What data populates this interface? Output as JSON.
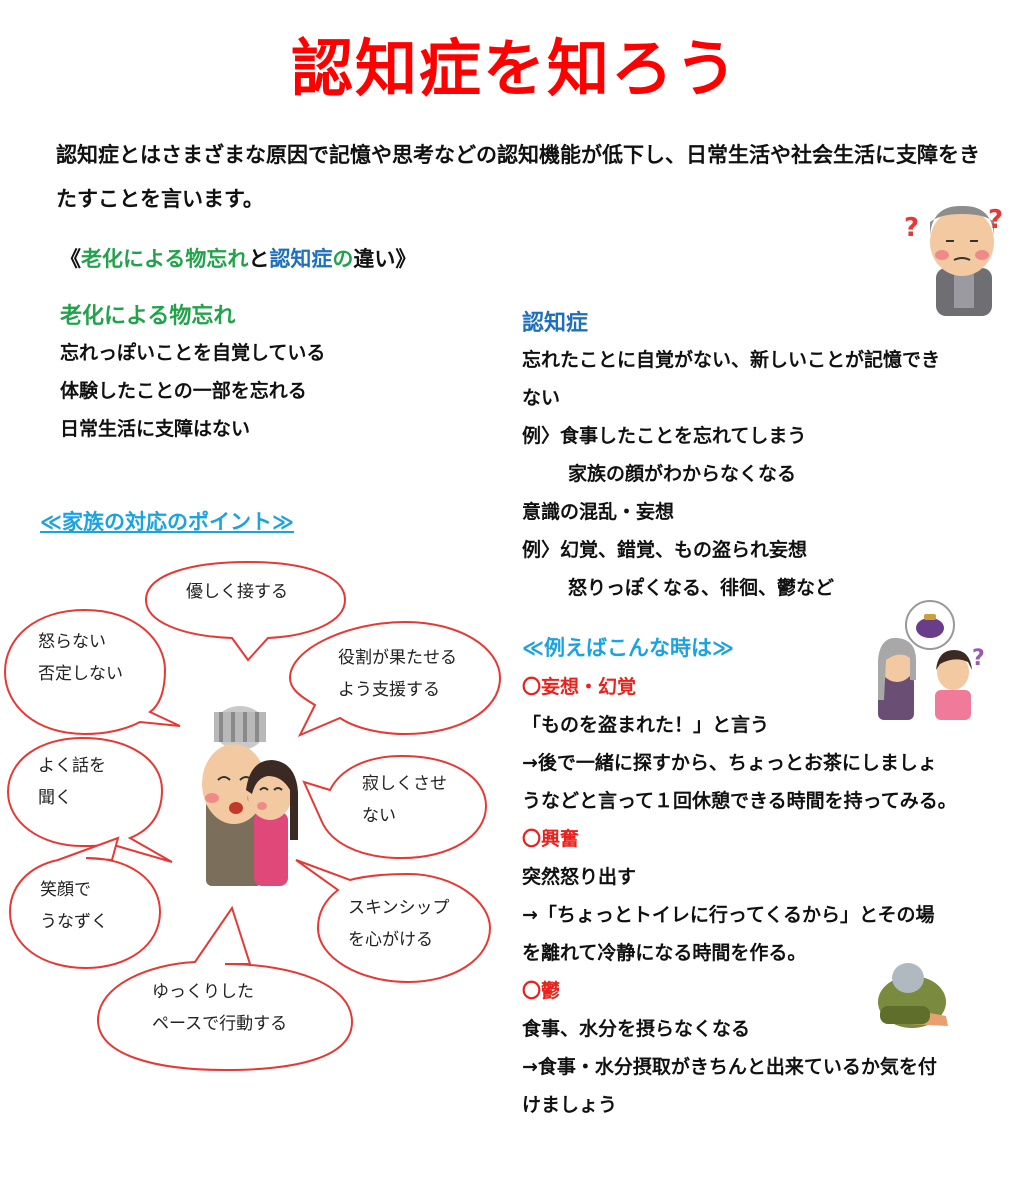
{
  "title": "認知症を知ろう",
  "intro": "認知症とはさまざまな原因で記憶や思考などの認知機能が低下し、日常生活や社会生活に支障をきたすことを言います。",
  "difference_heading": {
    "open": "《",
    "part1": "老化による物忘れ",
    "mid": "と",
    "part2": "認知症",
    "part3": "の違い",
    "close": "》"
  },
  "aging": {
    "title": "老化による物忘れ",
    "lines": [
      "忘れっぽいことを自覚している",
      "体験したことの一部を忘れる",
      "日常生活に支障はない"
    ]
  },
  "dementia": {
    "title": "認知症",
    "line1": "忘れたことに自覚がない、新しいことが記憶でき",
    "line2": "ない",
    "line3": "例〉食事したことを忘れてしまう",
    "line4": "家族の顔がわからなくなる",
    "line5": "意識の混乱・妄想",
    "line6": "例〉幻覚、錯覚、もの盗られ妄想",
    "line7": "怒りっぽくなる、徘徊、鬱など"
  },
  "family": {
    "title": "≪家族の対応のポイント≫",
    "bubbles": {
      "kind": [
        "優しく接する"
      ],
      "anger": [
        "怒らない",
        "否定しない"
      ],
      "role": [
        "役割が果たせる",
        "よう支援する"
      ],
      "listen": [
        "よく話を",
        "聞く"
      ],
      "lonely": [
        "寂しくさせ",
        "ない"
      ],
      "smile": [
        "笑顔で",
        "うなずく"
      ],
      "skin": [
        "スキンシップ",
        "を心がける"
      ],
      "pace": [
        "ゆっくりした",
        "ペースで行動する"
      ]
    }
  },
  "examples": {
    "title": "≪例えばこんな時は≫",
    "delusion": {
      "heading": "〇妄想・幻覚",
      "lines": [
        "「ものを盗まれた！」と言う",
        "→後で一緒に探すから、ちょっとお茶にしましょ",
        "うなどと言って１回休憩できる時間を持ってみる。"
      ]
    },
    "excitement": {
      "heading": "〇興奮",
      "lines": [
        "突然怒り出す",
        "→「ちょっとトイレに行ってくるから」とその場",
        "を離れて冷静になる時間を作る。"
      ]
    },
    "depression": {
      "heading": "〇鬱",
      "lines": [
        "食事、水分を摂らなくなる",
        "→食事・水分摂取がきちんと出来ているか気を付",
        "けましょう"
      ]
    }
  },
  "colors": {
    "title_red": "#ff0000",
    "green": "#22a34b",
    "blue": "#1f6fbf",
    "cyan": "#1aa3e0",
    "red_heading": "#e8231d",
    "bubble_border": "#e53935"
  }
}
